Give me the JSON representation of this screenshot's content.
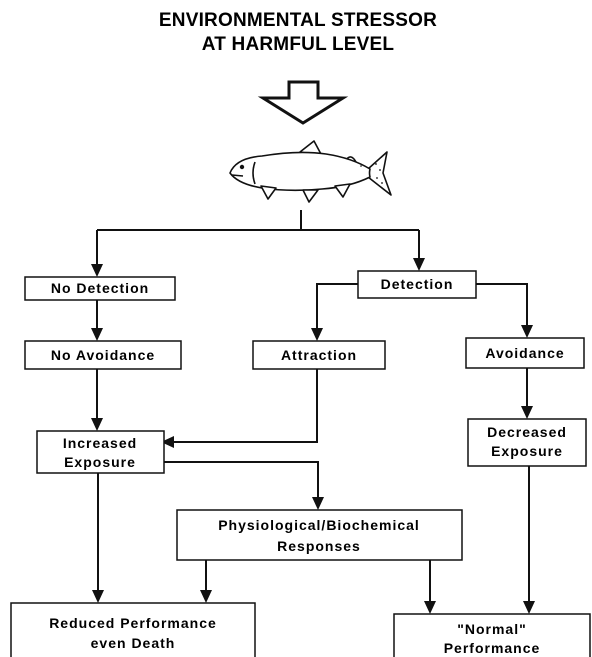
{
  "title": {
    "line1": "ENVIRONMENTAL STRESSOR",
    "line2": "AT HARMFUL LEVEL"
  },
  "icons": {
    "main_arrow": "hollow-down-arrow-icon",
    "fish": "fish-icon"
  },
  "nodes": {
    "no_detection": {
      "label": "No Detection"
    },
    "detection": {
      "label": "Detection"
    },
    "no_avoidance": {
      "label": "No Avoidance"
    },
    "attraction": {
      "label": "Attraction"
    },
    "avoidance": {
      "label": "Avoidance"
    },
    "increased_exposure": {
      "line1": "Increased",
      "line2": "Exposure"
    },
    "decreased_exposure": {
      "line1": "Decreased",
      "line2": "Exposure"
    },
    "physiological": {
      "line1": "Physiological/Biochemical",
      "line2": "Responses"
    },
    "reduced_performance": {
      "line1": "Reduced Performance",
      "line2": "even Death"
    },
    "normal_performance": {
      "line1": "\"Normal\"",
      "line2": "Performance"
    }
  },
  "colors": {
    "ink": "#111111",
    "background": "#ffffff"
  }
}
